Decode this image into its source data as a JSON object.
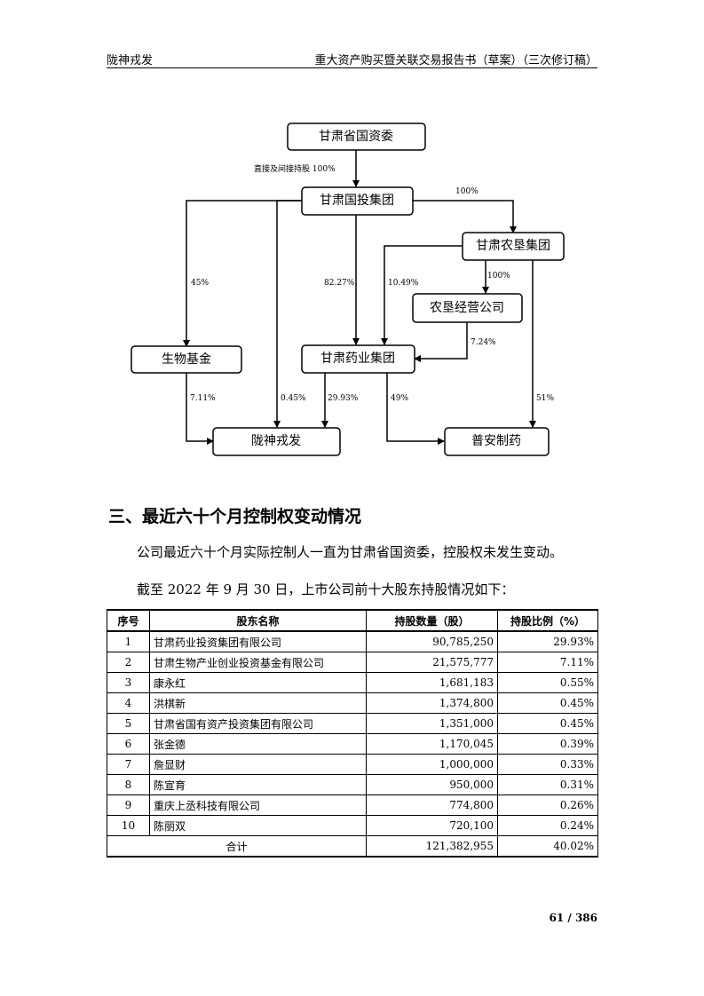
{
  "header": {
    "left": "陇神戎发",
    "right": "重大资产购买暨关联交易报告书（草案）（三次修订稿）"
  },
  "diagram": {
    "nodes": {
      "gansu_sasac": "甘肃省国资委",
      "gansu_guotou": "甘肃国投集团",
      "gansu_nongken": "甘肃农垦集团",
      "nongken_jingying": "农垦经营公司",
      "shengwu_jijin": "生物基金",
      "gansu_yaoye": "甘肃药业集团",
      "longshen": "陇神戎发",
      "puan": "普安制药"
    },
    "edges": {
      "sasac_guotou": "直接及间接持股 100%",
      "guotou_nongken": "100%",
      "guotou_jijin": "45%",
      "guotou_yaoye": "82.27%",
      "nongken_yaoye": "10.49%",
      "nongken_jingying": "100%",
      "jingying_yaoye": "7.24%",
      "jijin_longshen": "7.11%",
      "guotou_longshen": "0.45%",
      "yaoye_longshen": "29.93%",
      "yaoye_puan": "49%",
      "nongken_puan": "51%"
    }
  },
  "section": {
    "title": "三、最近六十个月控制权变动情况",
    "para1": "公司最近六十个月实际控制人一直为甘肃省国资委，控股权未发生变动。",
    "para2": "截至 2022 年 9 月 30 日，上市公司前十大股东持股情况如下："
  },
  "table": {
    "headers": [
      "序号",
      "股东名称",
      "持股数量（股）",
      "持股比例（%）"
    ],
    "rows": [
      [
        "1",
        "甘肃药业投资集团有限公司",
        "90,785,250",
        "29.93%"
      ],
      [
        "2",
        "甘肃生物产业创业投资基金有限公司",
        "21,575,777",
        "7.11%"
      ],
      [
        "3",
        "康永红",
        "1,681,183",
        "0.55%"
      ],
      [
        "4",
        "洪棋新",
        "1,374,800",
        "0.45%"
      ],
      [
        "5",
        "甘肃省国有资产投资集团有限公司",
        "1,351,000",
        "0.45%"
      ],
      [
        "6",
        "张金德",
        "1,170,045",
        "0.39%"
      ],
      [
        "7",
        "詹显财",
        "1,000,000",
        "0.33%"
      ],
      [
        "8",
        "陈宣育",
        "950,000",
        "0.31%"
      ],
      [
        "9",
        "重庆上丞科技有限公司",
        "774,800",
        "0.26%"
      ],
      [
        "10",
        "陈丽双",
        "720,100",
        "0.24%"
      ]
    ],
    "total": [
      "合计",
      "121,382,955",
      "40.02%"
    ]
  },
  "page_number": "61 / 386"
}
